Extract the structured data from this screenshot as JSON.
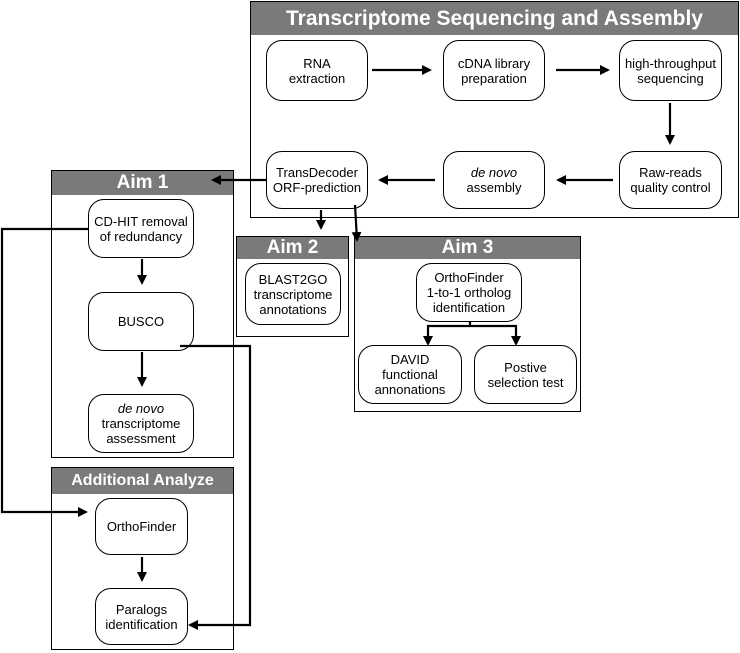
{
  "panels": {
    "transcriptome": {
      "title": "Transcriptome Sequencing and Assembly"
    },
    "aim1": {
      "title": "Aim 1"
    },
    "aim2": {
      "title": "Aim 2"
    },
    "aim3": {
      "title": "Aim 3"
    },
    "additional": {
      "title": "Additional Analyze"
    }
  },
  "nodes": {
    "rna": {
      "line1": "RNA",
      "line2": "extraction"
    },
    "cdna": {
      "line1": "cDNA library",
      "line2": "preparation"
    },
    "hts": {
      "line1": "high-throughput",
      "line2": "sequencing"
    },
    "qc": {
      "line1": "Raw-reads",
      "line2": "quality control"
    },
    "denovo": {
      "line1": "de novo",
      "line2": "assembly"
    },
    "transdecoder": {
      "line1": "TransDecoder",
      "line2": "ORF-prediction"
    },
    "cdhit": {
      "line1": "CD-HIT removal",
      "line2": "of redundancy"
    },
    "busco": {
      "line1": "BUSCO"
    },
    "assessment": {
      "line1": "de novo",
      "line2": "transcriptome",
      "line3": "assessment"
    },
    "blast2go": {
      "line1": "BLAST2GO",
      "line2": "transcriptome",
      "line3": "annotations"
    },
    "orthofinder3": {
      "line1": "OrthoFinder",
      "line2": "1-to-1 ortholog",
      "line3": "identification"
    },
    "david": {
      "line1": "DAVID",
      "line2": "functional",
      "line3": "annonations"
    },
    "positive": {
      "line1": "Postive",
      "line2": "selection test"
    },
    "orthofinder": {
      "line1": "OrthoFinder"
    },
    "paralogs": {
      "line1": "Paralogs",
      "line2": "identification"
    }
  },
  "colors": {
    "header": "#7a7a7a",
    "line": "#000000",
    "background": "#ffffff"
  }
}
